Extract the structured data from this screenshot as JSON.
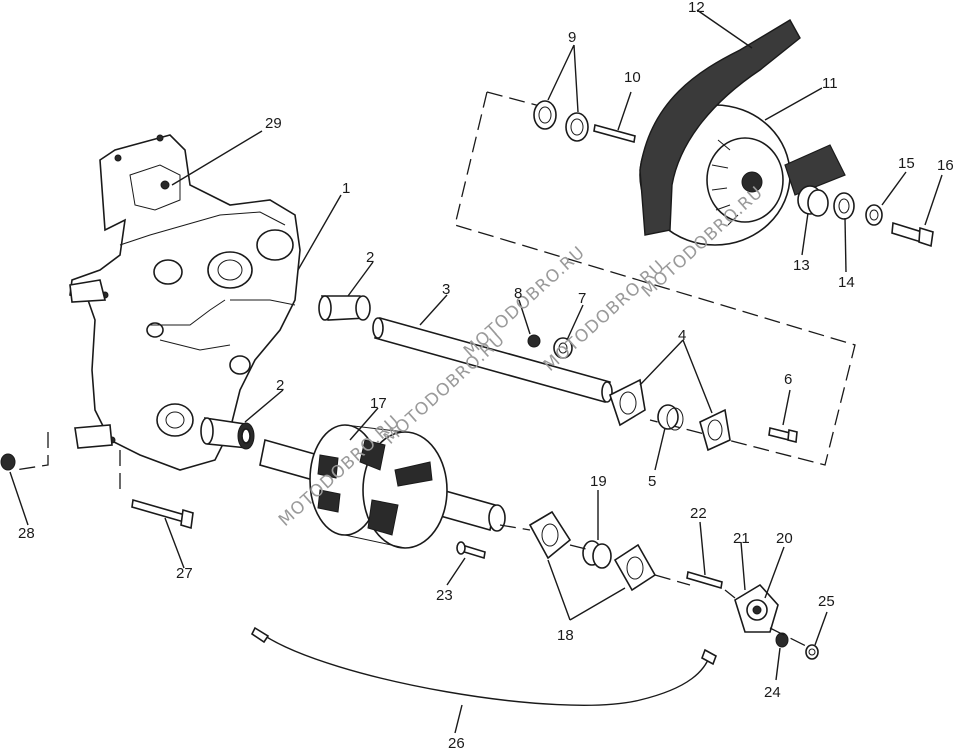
{
  "callouts": [
    "1",
    "2",
    "2",
    "3",
    "4",
    "5",
    "6",
    "7",
    "8",
    "9",
    "10",
    "11",
    "12",
    "13",
    "14",
    "15",
    "16",
    "17",
    "18",
    "19",
    "20",
    "21",
    "22",
    "23",
    "24",
    "25",
    "26",
    "27",
    "28",
    "29"
  ],
  "watermarks": [
    "MOTODOBRO.RU",
    "MOTODOBRO.RU",
    "MOTODOBRO.RU",
    "MOTODOBRO.RU",
    "MOTODOBRO.RU"
  ],
  "colors": {
    "ink": "#1a1a1a",
    "background": "#ffffff",
    "watermark": "#9a9a9a"
  }
}
